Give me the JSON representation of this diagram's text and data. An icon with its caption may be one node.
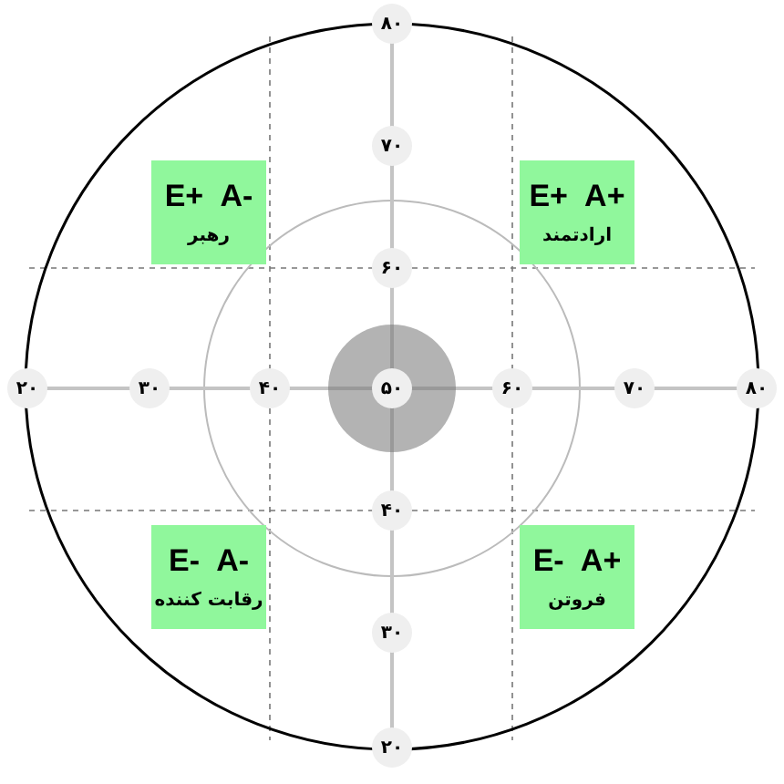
{
  "diagram": {
    "nodes": [
      {
        "text": [
          "E+ A-",
          "رهبر"
        ]
      },
      {
        "text": [
          "E+ A+",
          "ارادتمند"
        ]
      },
      {
        "text": [
          "E- A-",
          "رقابت کننده"
        ]
      },
      {
        "text": [
          "E- A+",
          "فروتن"
        ]
      }
    ],
    "labels": [
      "۸۰",
      "۷۰",
      "۶۰",
      "۲۰",
      "۳۰",
      "۴۰",
      "۵۰",
      "۶۰",
      "۷۰",
      "۸۰",
      "۴۰",
      "۳۰",
      "۲۰"
    ]
  }
}
